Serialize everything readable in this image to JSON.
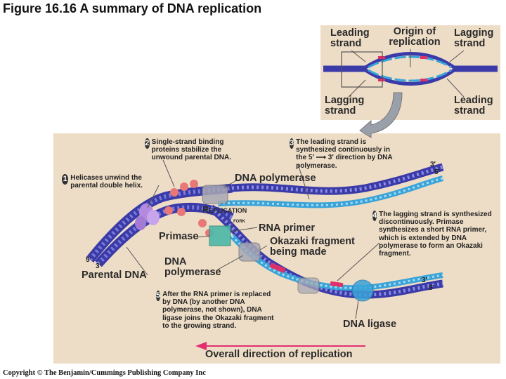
{
  "title": "Figure 16.16  A summary of DNA replication",
  "copyright": "Copyright © The Benjamin/Cummings Publishing Company Inc",
  "inset": {
    "leading_strand_top": "Leading strand",
    "origin": "Origin of replication",
    "lagging_strand_top": "Lagging strand",
    "lagging_strand_bottom": "Lagging strand",
    "leading_strand_bottom": "Leading strand"
  },
  "steps": [
    {
      "num": "1",
      "text": "Helicases unwind the parental double helix."
    },
    {
      "num": "2",
      "text": "Single-strand binding proteins stabilize the unwound parental DNA."
    },
    {
      "num": "3",
      "text": "The leading strand is synthesized continuously in the 5′ ⟶ 3′ direction by DNA polymerase."
    },
    {
      "num": "4",
      "text": "The lagging strand is synthesized discontinuously. Primase synthesizes a short RNA primer, which is extended by DNA polymerase to form an Okazaki fragment."
    },
    {
      "num": "5",
      "text": "After the RNA primer is replaced by DNA (by another DNA polymerase, not shown), DNA ligase joins the Okazaki fragment to the growing strand."
    }
  ],
  "labels": {
    "dna_polymerase_top": "DNA polymerase",
    "replication_fork": "Replication",
    "fork": "fork",
    "rna_primer": "RNA primer",
    "primase": "Primase",
    "okazaki": "Okazaki fragment being made",
    "dna_polymerase_bottom": "DNA polymerase",
    "parental_dna": "Parental DNA",
    "dna_ligase": "DNA ligase",
    "overall_direction": "Overall direction of replication",
    "end_3_top": "3′",
    "end_5_top": "5′",
    "end_5_left": "5′",
    "end_3_left": "3′",
    "end_3_right": "3′",
    "end_5_right": "5′"
  },
  "colors": {
    "panel": "#eeddc6",
    "parental_strand": "#3a3aa8",
    "new_strand": "#3aa3d8",
    "primer": "#e0306a",
    "helicase": "#b48ae0",
    "ssb": "#e87878",
    "primase": "#4cb8a8",
    "polymerase": "#a8a8b4",
    "arrow": "#e03070"
  }
}
